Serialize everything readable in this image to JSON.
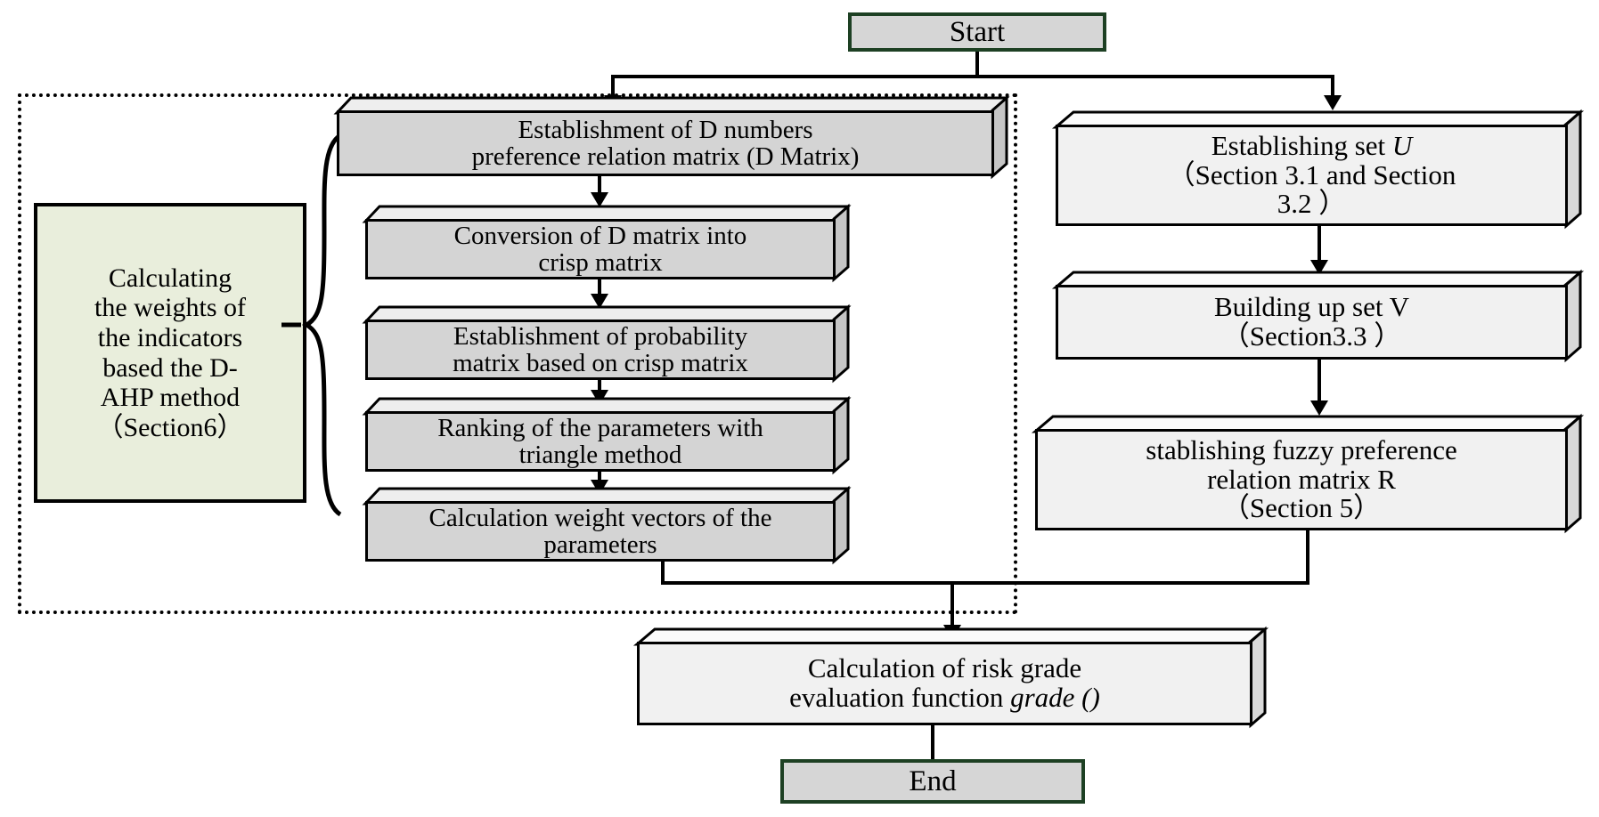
{
  "diagram": {
    "title": "Risk grade evaluation flowchart",
    "colors": {
      "terminator_fill": "#d6d6d6",
      "terminator_border": "#1d4023",
      "process_gray_fill": "#d4d4d4",
      "process_light_fill": "#f1f1f1",
      "annotation_fill": "#e9eedc",
      "line": "#000000"
    }
  },
  "nodes": {
    "start": {
      "label": "Start",
      "type": "terminator"
    },
    "end": {
      "label": "End",
      "type": "terminator"
    },
    "annotation": {
      "line1": "Calculating",
      "line2": "the weights of",
      "line3": "the indicators",
      "line4": "based the D-",
      "line5": "AHP method",
      "line6": "（Section6）"
    },
    "left_column": [
      {
        "line1": "Establishment of D numbers",
        "line2": "preference relation matrix (D Matrix)"
      },
      {
        "line1": "Conversion of D matrix into",
        "line2": "crisp matrix"
      },
      {
        "line1": "Establishment of probability",
        "line2": "matrix based on crisp matrix"
      },
      {
        "line1": "Ranking of the parameters with",
        "line2": "triangle method"
      },
      {
        "line1": "Calculation weight vectors of the",
        "line2": "parameters"
      }
    ],
    "right_column": [
      {
        "line1_pre": "Establishing set ",
        "line1_em": "U",
        "line2": "（Section 3.1 and  Section",
        "line3": "3.2 ）"
      },
      {
        "line1": "Building up set V",
        "line2": "（Section3.3 ）"
      },
      {
        "line1": "stablishing fuzzy preference",
        "line2": "relation matrix R",
        "line3": "（Section 5）"
      }
    ],
    "result": {
      "line1": "Calculation of risk grade",
      "line2_pre": "evaluation function ",
      "line2_em": "grade ()"
    }
  }
}
